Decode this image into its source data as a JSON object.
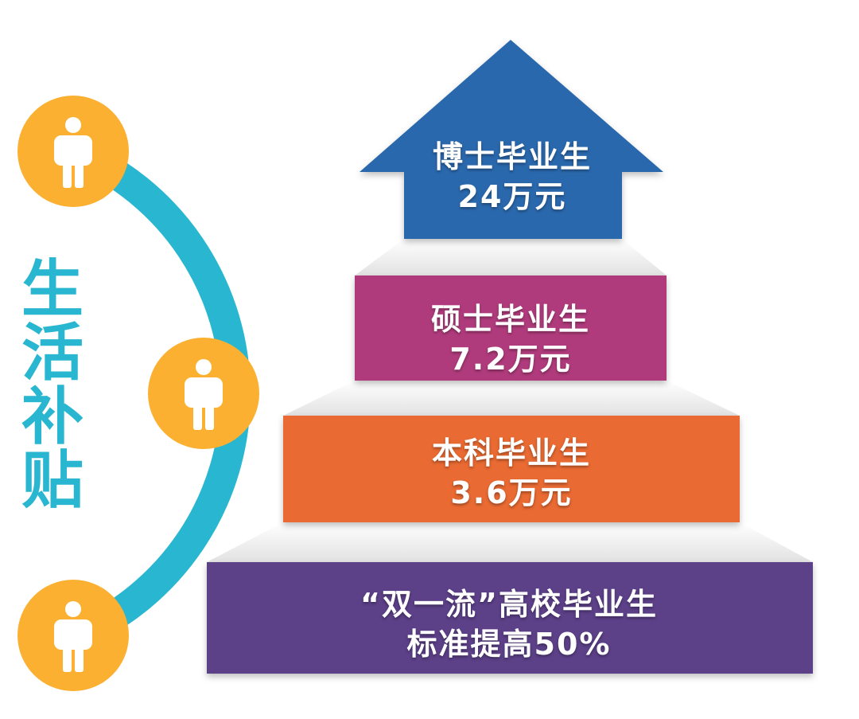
{
  "title_chars": [
    "生",
    "活",
    "补",
    "贴"
  ],
  "tiers": [
    {
      "line1": "博士毕业生",
      "line2": "24万元",
      "color": "#2a68ad"
    },
    {
      "line1": "硕士毕业生",
      "line2": "7.2万元",
      "color": "#b03a7c"
    },
    {
      "line1": "本科毕业生",
      "line2": "3.6万元",
      "color": "#e96a31"
    },
    {
      "line1": "“双一流”高校毕业生",
      "line2": "标准提高50%",
      "color": "#5b4088"
    }
  ],
  "colors": {
    "arc": "#29b6d0",
    "badge": "#fbb031",
    "person": "#ffffff"
  },
  "icons": [
    "person-icon",
    "person-icon",
    "person-icon"
  ]
}
